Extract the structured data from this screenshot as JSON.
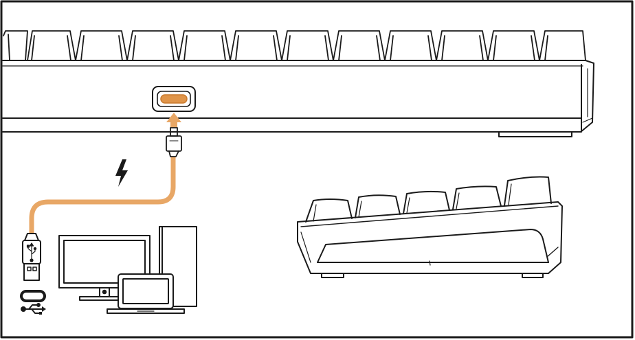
{
  "figure": {
    "panels": [
      {
        "name": "keyboard-rear-view-panel"
      },
      {
        "name": "cable-connection-panel"
      },
      {
        "name": "keyboard-side-profile-panel"
      }
    ],
    "icons": [
      "lightning-bolt-icon",
      "usb-a-plug-icon",
      "usb-c-plug-icon",
      "usb-c-port-icon",
      "usb-symbol-icon",
      "desktop-computer-icon",
      "laptop-icon",
      "arrow-up-icon"
    ],
    "colors": {
      "cable": "#e8a766",
      "port_highlight": "#e0954a",
      "outline": "#1a1a1a",
      "background": "#ffffff"
    }
  }
}
